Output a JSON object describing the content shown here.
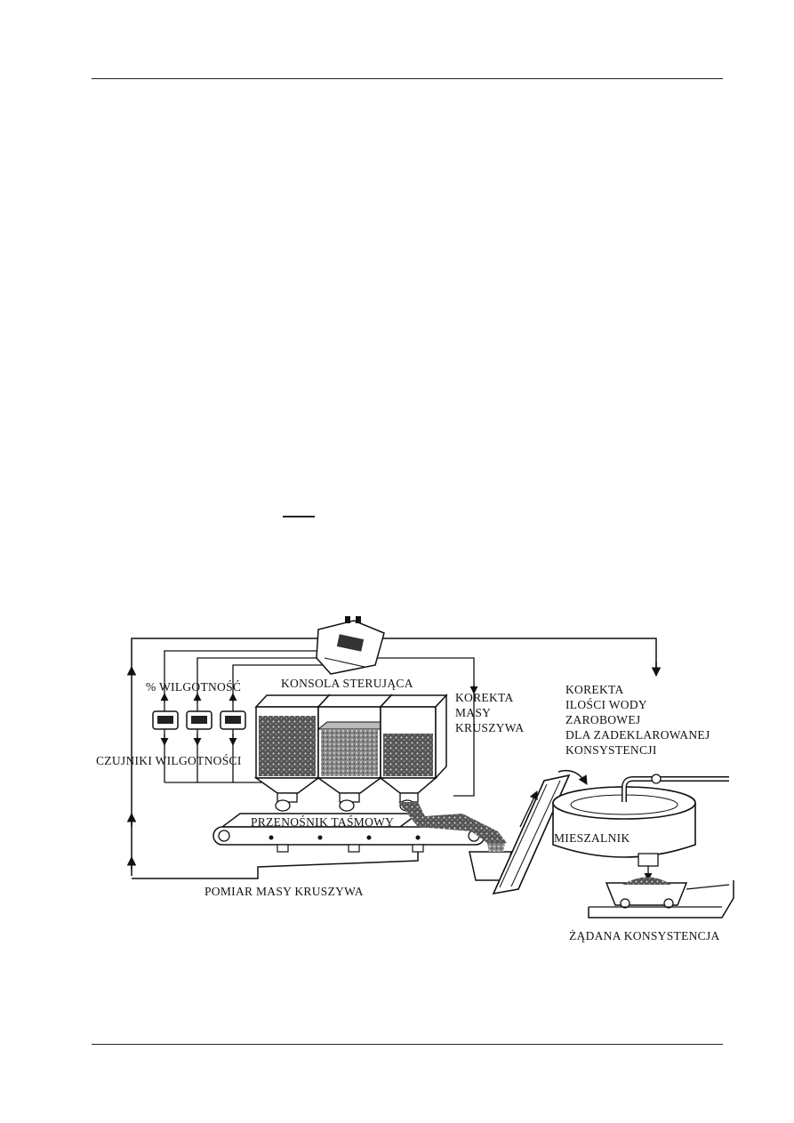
{
  "diagram": {
    "labels": {
      "moisture_percent": "% WILGOTNOŚĆ",
      "control_console": "KONSOLA STERUJĄCA",
      "aggregate_mass_correction": [
        "KOREKTA",
        "MASY",
        "KRUSZYWA"
      ],
      "water_correction": [
        "KOREKTA",
        "ILOŚCI WODY",
        "ZAROBOWEJ",
        "DLA ZADEKLAROWANEJ",
        "KONSYSTENCJI"
      ],
      "moisture_sensors": "CZUJNIKI WILGOTNOŚCI",
      "belt_conveyor": "PRZENOŚNIK TAŚMOWY",
      "mixer": "MIESZALNIK",
      "aggregate_mass_measurement": "POMIAR MASY KRUSZYWA",
      "required_consistency": "ŻĄDANA KONSYSTENCJA"
    }
  }
}
